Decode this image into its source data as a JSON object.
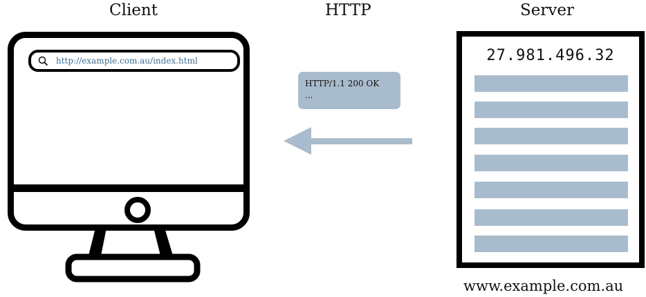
{
  "labels": {
    "client": "Client",
    "http": "HTTP",
    "server": "Server"
  },
  "client": {
    "url": "http://example.com.au/index.html",
    "search_icon": "search-icon"
  },
  "response": {
    "status_line": "HTTP/1.1 200 OK",
    "ellipsis": "..."
  },
  "server": {
    "ip": "27.981.496.32",
    "domain": "www.example.com.au",
    "content_rows": 7
  },
  "colors": {
    "accent": "#a9bccd",
    "url_text": "#3b6d95",
    "outline": "#000000"
  }
}
